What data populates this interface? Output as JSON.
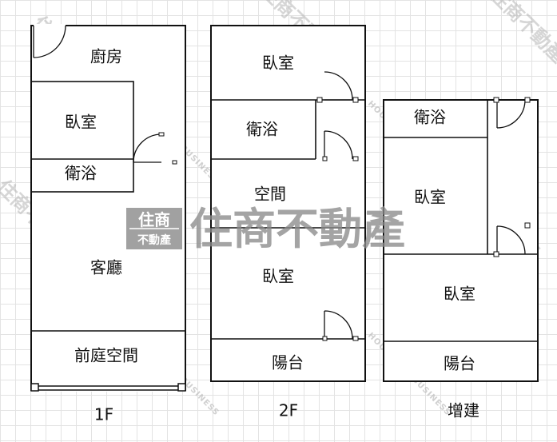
{
  "watermark": {
    "logo_top": "住商",
    "logo_bottom": "不動產",
    "company": "住商不動產",
    "english": "HOUSING & BUSINESS"
  },
  "floors": [
    {
      "label": "1F",
      "rooms": {
        "kitchen": "廚房",
        "bedroom": "臥室",
        "bath": "衛浴",
        "living": "客廳",
        "front": "前庭空間"
      }
    },
    {
      "label": "2F",
      "rooms": {
        "bedroom_a": "臥室",
        "bath": "衛浴",
        "space": "空間",
        "bedroom_b": "臥室",
        "balcony": "陽台"
      }
    },
    {
      "label": "增建",
      "rooms": {
        "bath": "衛浴",
        "bedroom_a": "臥室",
        "bedroom_b": "臥室",
        "balcony": "陽台"
      }
    }
  ]
}
